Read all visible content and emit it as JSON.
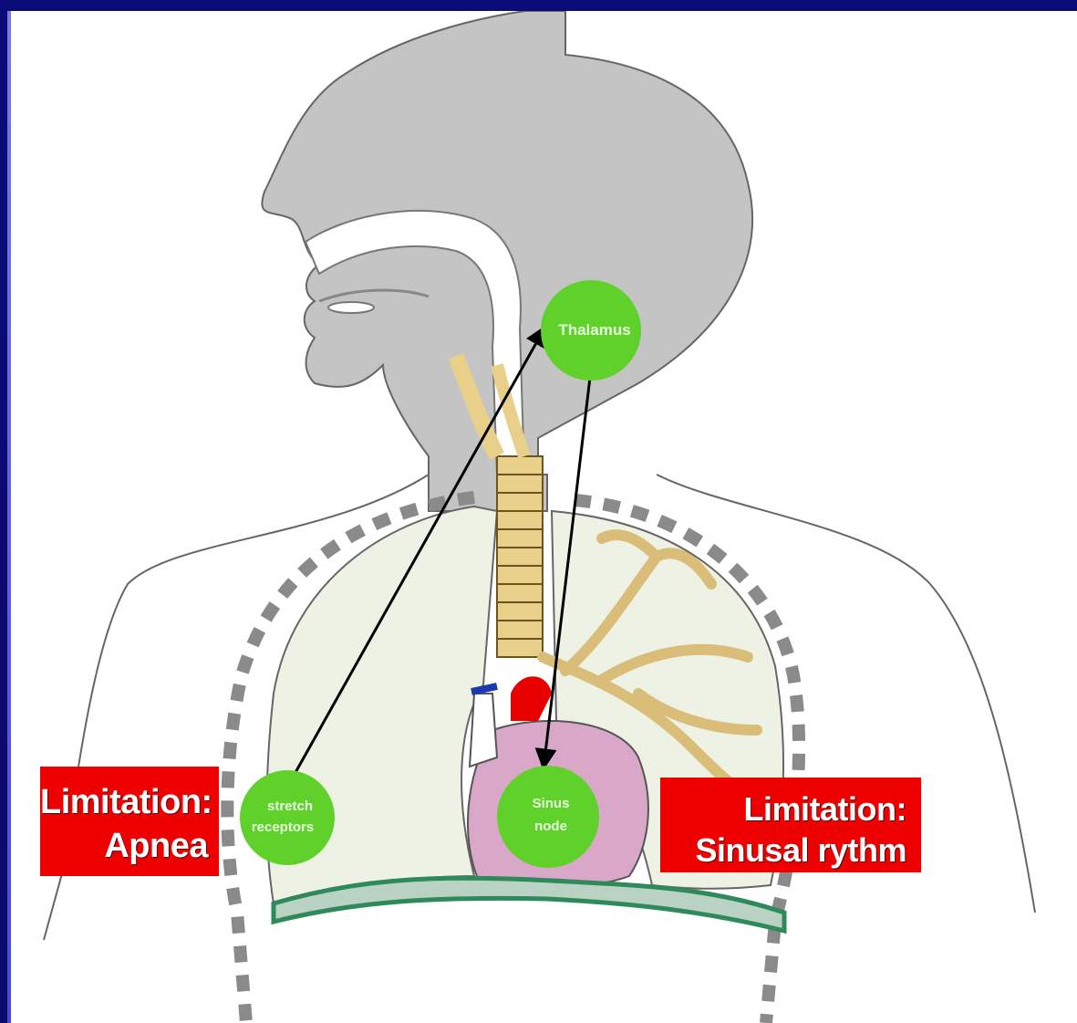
{
  "diagram": {
    "nodes": {
      "thalamus": "Thalamus",
      "stretch_receptors_line1": "stretch",
      "stretch_receptors_line2": "receptors",
      "sinus_node_line1": "Sinus",
      "sinus_node_line2": "node"
    },
    "callouts": {
      "left_line1": "Limitation:",
      "left_line2": "Apnea",
      "right_line1": "Limitation:",
      "right_line2": "Sinusal rythm"
    },
    "colors": {
      "background": "#0a0a6e",
      "callout": "#ee0000",
      "node": "#5fd12a",
      "head": "#c4c4c4",
      "trachea": "#e8cf8a",
      "heart": "#d9a8c8",
      "diaphragm": "#2e8a5a"
    }
  }
}
